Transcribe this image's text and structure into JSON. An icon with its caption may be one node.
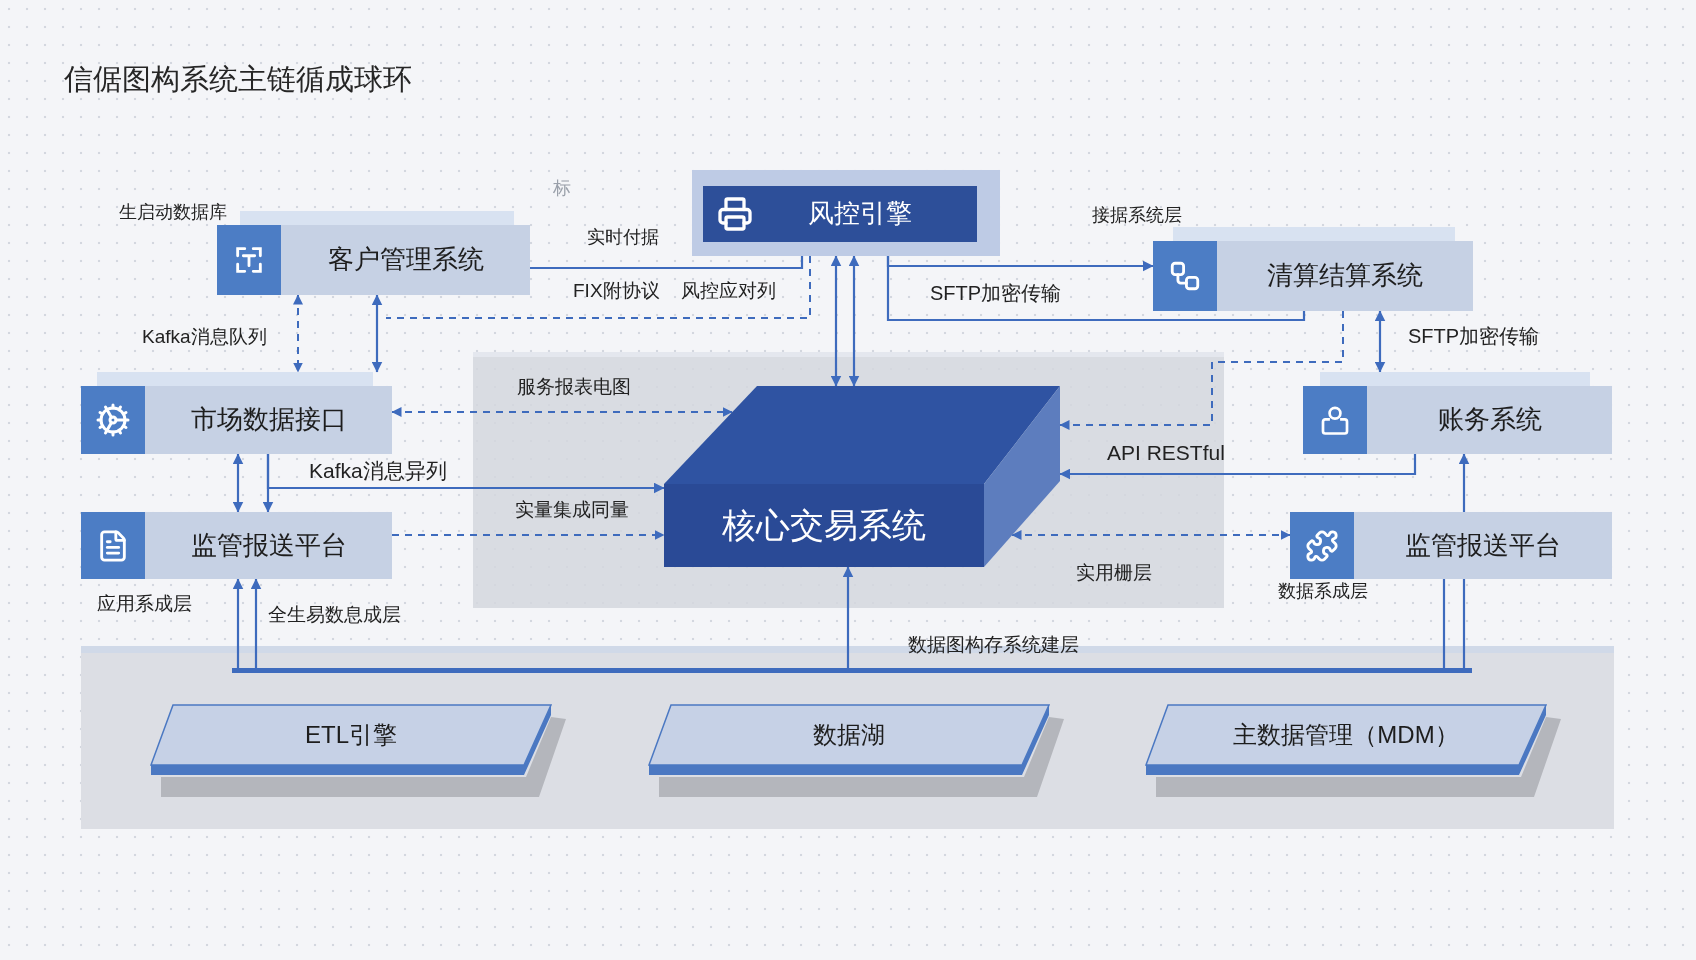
{
  "diagram": {
    "title": "信倨图构系统主链循成球环",
    "nodes": [
      {
        "text": [
          "客户管理系统"
        ]
      },
      {
        "text": [
          "风控引擎"
        ]
      },
      {
        "text": [
          "清算结算系统"
        ]
      },
      {
        "text": [
          "市场数据接口"
        ]
      },
      {
        "text": [
          "监管报送平台"
        ]
      },
      {
        "text": [
          "核心交易系统"
        ]
      },
      {
        "text": [
          "账务系统"
        ]
      },
      {
        "text": [
          "监管报送平台"
        ]
      },
      {
        "text": [],
        "shape": "bar"
      },
      {
        "text": [
          "ETL引擎"
        ]
      },
      {
        "text": [
          "数据湖"
        ]
      },
      {
        "text": [
          "主数据管理（MDM）"
        ]
      }
    ],
    "edges": [
      {
        "from": 0,
        "to": 1,
        "arrow": "none"
      },
      {
        "from": 1,
        "to": null,
        "arrow": "none",
        "style": "dashed"
      },
      {
        "from": 1,
        "to": 5,
        "arrow": "both"
      },
      {
        "from": 1,
        "to": 5,
        "arrow": "both"
      },
      {
        "from": 1,
        "to": 2,
        "arrow": "to",
        "label": "SFTP加密传输"
      },
      {
        "from": 1,
        "to": 2,
        "arrow": "none"
      },
      {
        "from": 2,
        "to": 6,
        "arrow": "both",
        "label": "SFTP加密传输"
      },
      {
        "from": 2,
        "to": 5,
        "arrow": "to",
        "style": "dashed"
      },
      {
        "from": 6,
        "to": 5,
        "arrow": "to",
        "label": "API RESTful"
      },
      {
        "from": 5,
        "to": 7,
        "arrow": "both",
        "style": "dashed"
      },
      {
        "from": 3,
        "to": 5,
        "arrow": "both",
        "style": "dashed",
        "label": "服务报表电图"
      },
      {
        "from": 3,
        "to": 5,
        "arrow": "to",
        "label": "Kafka消息异列"
      },
      {
        "from": 3,
        "to": 4,
        "arrow": "to"
      },
      {
        "from": 3,
        "to": 4,
        "arrow": "both"
      },
      {
        "from": 4,
        "to": 5,
        "arrow": "to",
        "style": "dashed",
        "label": "实量集成同量"
      },
      {
        "from": 8,
        "to": 4,
        "arrow": "to"
      },
      {
        "from": 8,
        "to": 4,
        "arrow": "to"
      },
      {
        "from": 8,
        "to": 5,
        "arrow": "to"
      },
      {
        "from": 8,
        "to": 7,
        "arrow": "none"
      },
      {
        "from": 8,
        "to": 7,
        "arrow": "none"
      },
      {
        "from": 7,
        "to": 6,
        "arrow": "to"
      },
      {
        "from": 0,
        "to": 3,
        "arrow": "both",
        "style": "dashed",
        "label": "Kafka消息队列"
      },
      {
        "from": 0,
        "to": 3,
        "arrow": "both"
      }
    ],
    "labels": [
      "标",
      "生启动数据库",
      "接据系统层",
      "实时付据",
      "FIX附协议",
      "风控应对列",
      "实用栅层",
      "数据系成层",
      "应用系成层",
      "全生易数息成层",
      "数据图构存系统建层"
    ]
  }
}
